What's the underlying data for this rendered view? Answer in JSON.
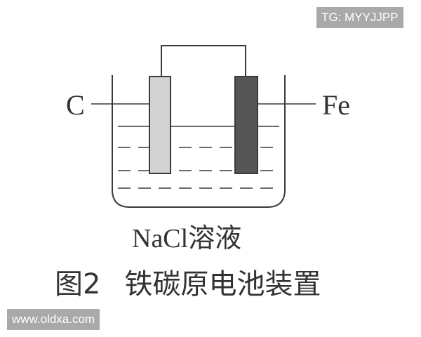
{
  "watermarks": {
    "top_right": "TG: MYYJJPP",
    "bottom_left": "www.oldxa.com"
  },
  "diagram": {
    "electrodes": [
      {
        "label": "C",
        "material": "carbon",
        "color": "#d3d3d3",
        "side": "left"
      },
      {
        "label": "Fe",
        "material": "iron",
        "color": "#555555",
        "side": "right"
      }
    ],
    "solution_label": "NaCl溶液",
    "colors": {
      "line": "#3a3a3a",
      "carbon": "#d3d3d3",
      "iron": "#555555"
    }
  },
  "caption": {
    "figure_number": "图2",
    "title": "铁碳原电池装置"
  }
}
